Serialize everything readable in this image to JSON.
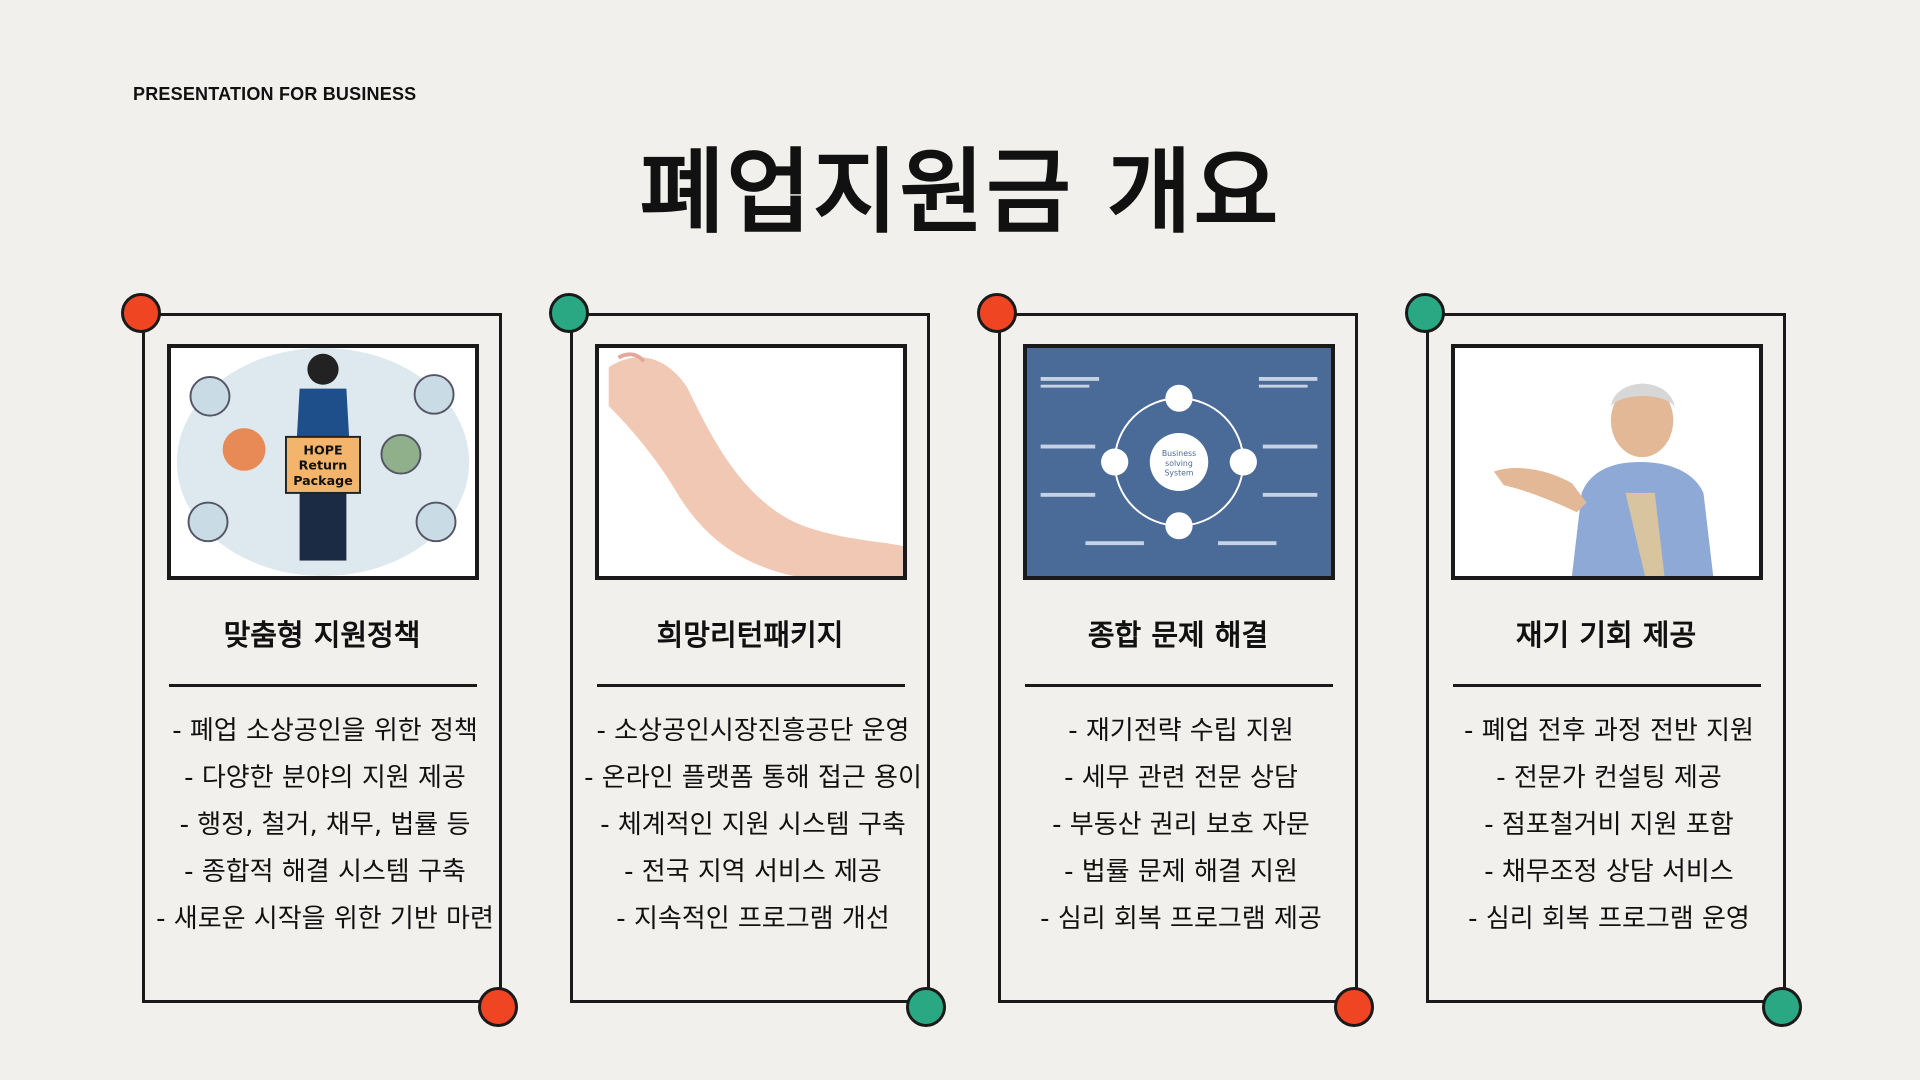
{
  "header": {
    "eyebrow": "PRESENTATION FOR BUSINESS",
    "title": "폐업지원금 개요"
  },
  "colors": {
    "accent_red": "#f04523",
    "accent_green": "#2aa884",
    "background": "#f1f0ec"
  },
  "cards": [
    {
      "title": "맞춤형 지원정책",
      "image_label": [
        "HOPE",
        "Return",
        "Package"
      ],
      "items": [
        "- 폐업 소상공인을 위한 정책",
        "- 다양한 분야의 지원 제공",
        "- 행정, 철거, 채무, 법률 등",
        "- 종합적 해결 시스템 구축",
        "- 새로운 시작을 위한 기반 마련"
      ]
    },
    {
      "title": "희망리턴패키지",
      "items": [
        "- 소상공인시장진흥공단 운영",
        "- 온라인 플랫폼 통해 접근 용이",
        "- 체계적인 지원 시스템 구축",
        "- 전국 지역 서비스 제공",
        "- 지속적인 프로그램 개선"
      ]
    },
    {
      "title": "종합 문제 해결",
      "image_label": [
        "Business",
        "solving",
        "System"
      ],
      "items": [
        "- 재기전략 수립 지원",
        "- 세무 관련 전문 상담",
        "- 부동산 권리 보호 자문",
        "- 법률 문제 해결 지원",
        "- 심리 회복 프로그램 제공"
      ]
    },
    {
      "title": "재기 기회 제공",
      "items": [
        "- 폐업 전후 과정 전반 지원",
        "- 전문가 컨설팅 제공",
        "- 점포철거비 지원 포함",
        "- 채무조정 상담 서비스",
        "- 심리 회복 프로그램 운영"
      ]
    }
  ]
}
